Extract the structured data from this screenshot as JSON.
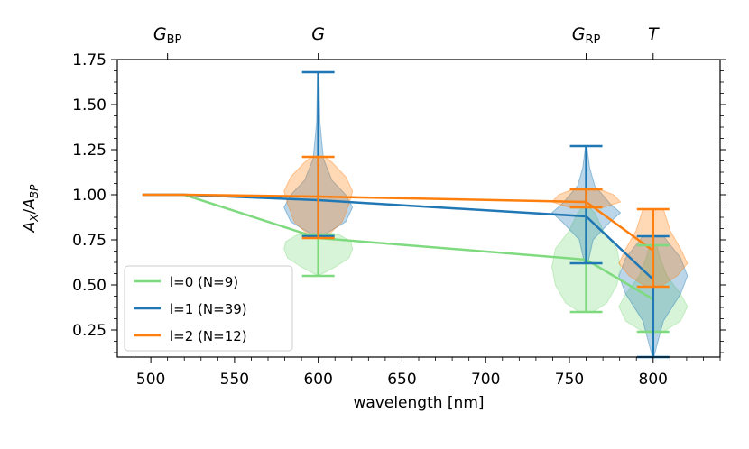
{
  "chart_data": {
    "type": "violin",
    "xlabel": "wavelength [nm]",
    "ylabel": "A_X/A_BP",
    "xlim": [
      480,
      840
    ],
    "ylim": [
      0.1,
      1.75
    ],
    "x_ticks": [
      500,
      550,
      600,
      650,
      700,
      750,
      800
    ],
    "y_ticks": [
      0.25,
      0.5,
      0.75,
      1.0,
      1.25,
      1.5,
      1.75
    ],
    "y_tick_labels": [
      "0.25",
      "0.50",
      "0.75",
      "1.00",
      "1.25",
      "1.50",
      "1.75"
    ],
    "minor_ticks": true,
    "grid": false,
    "legend_position": "lower-left",
    "top_axis_labels": [
      {
        "main": "G",
        "sub": "BP",
        "x": 510
      },
      {
        "main": "G",
        "sub": "",
        "x": 600
      },
      {
        "main": "G",
        "sub": "RP",
        "x": 760
      },
      {
        "main": "T",
        "sub": "",
        "x": 800
      }
    ],
    "series": [
      {
        "name": "l=0 (N=9)",
        "color": "#7fda7f",
        "line": [
          [
            495,
            1.0
          ],
          [
            520,
            1.0
          ],
          [
            600,
            0.76
          ],
          [
            760,
            0.64
          ],
          [
            800,
            0.42
          ]
        ],
        "violins": [
          {
            "x": 600,
            "min": 0.55,
            "max": 0.78,
            "profile": [
              [
                0.55,
                0.0
              ],
              [
                0.6,
                0.5
              ],
              [
                0.65,
                0.9
              ],
              [
                0.7,
                1.0
              ],
              [
                0.74,
                0.95
              ],
              [
                0.78,
                0.6
              ]
            ]
          },
          {
            "x": 760,
            "min": 0.35,
            "max": 0.93,
            "profile": [
              [
                0.35,
                0.2
              ],
              [
                0.4,
                0.6
              ],
              [
                0.5,
                0.9
              ],
              [
                0.6,
                1.0
              ],
              [
                0.7,
                0.9
              ],
              [
                0.8,
                0.5
              ],
              [
                0.9,
                0.25
              ],
              [
                0.93,
                0.1
              ]
            ]
          },
          {
            "x": 800,
            "min": 0.24,
            "max": 0.72,
            "profile": [
              [
                0.24,
                0.3
              ],
              [
                0.3,
                0.8
              ],
              [
                0.38,
                1.0
              ],
              [
                0.45,
                0.8
              ],
              [
                0.55,
                0.4
              ],
              [
                0.65,
                0.2
              ],
              [
                0.72,
                0.1
              ]
            ]
          }
        ]
      },
      {
        "name": "l=1 (N=39)",
        "color": "#1f77b4",
        "line": [
          [
            495,
            1.0
          ],
          [
            520,
            1.0
          ],
          [
            600,
            0.97
          ],
          [
            760,
            0.88
          ],
          [
            800,
            0.53
          ]
        ],
        "violins": [
          {
            "x": 600,
            "min": 0.77,
            "max": 1.68,
            "profile": [
              [
                0.77,
                0.1
              ],
              [
                0.85,
                0.8
              ],
              [
                0.93,
                1.0
              ],
              [
                1.0,
                0.8
              ],
              [
                1.08,
                0.4
              ],
              [
                1.2,
                0.15
              ],
              [
                1.4,
                0.05
              ],
              [
                1.68,
                0.02
              ]
            ]
          },
          {
            "x": 760,
            "min": 0.62,
            "max": 1.27,
            "profile": [
              [
                0.62,
                0.05
              ],
              [
                0.75,
                0.2
              ],
              [
                0.85,
                0.7
              ],
              [
                0.9,
                1.0
              ],
              [
                0.95,
                0.7
              ],
              [
                1.05,
                0.25
              ],
              [
                1.15,
                0.1
              ],
              [
                1.27,
                0.02
              ]
            ]
          },
          {
            "x": 800,
            "min": 0.1,
            "max": 0.77,
            "profile": [
              [
                0.1,
                0.02
              ],
              [
                0.3,
                0.3
              ],
              [
                0.45,
                0.8
              ],
              [
                0.55,
                1.0
              ],
              [
                0.65,
                0.8
              ],
              [
                0.77,
                0.3
              ]
            ]
          }
        ]
      },
      {
        "name": "l=2 (N=12)",
        "color": "#ff7f0e",
        "line": [
          [
            495,
            1.0
          ],
          [
            520,
            1.0
          ],
          [
            600,
            0.99
          ],
          [
            760,
            0.96
          ],
          [
            800,
            0.69
          ]
        ],
        "violins": [
          {
            "x": 600,
            "min": 0.76,
            "max": 1.21,
            "profile": [
              [
                0.76,
                0.2
              ],
              [
                0.85,
                0.7
              ],
              [
                0.95,
                0.9
              ],
              [
                1.02,
                1.0
              ],
              [
                1.1,
                0.8
              ],
              [
                1.18,
                0.4
              ],
              [
                1.21,
                0.2
              ]
            ]
          },
          {
            "x": 760,
            "min": 0.93,
            "max": 1.03,
            "profile": [
              [
                0.93,
                0.5
              ],
              [
                0.96,
                1.0
              ],
              [
                1.0,
                0.8
              ],
              [
                1.03,
                0.4
              ]
            ]
          },
          {
            "x": 800,
            "min": 0.49,
            "max": 0.92,
            "profile": [
              [
                0.49,
                0.2
              ],
              [
                0.55,
                0.7
              ],
              [
                0.62,
                1.0
              ],
              [
                0.7,
                0.8
              ],
              [
                0.8,
                0.5
              ],
              [
                0.92,
                0.3
              ]
            ]
          }
        ]
      }
    ]
  }
}
